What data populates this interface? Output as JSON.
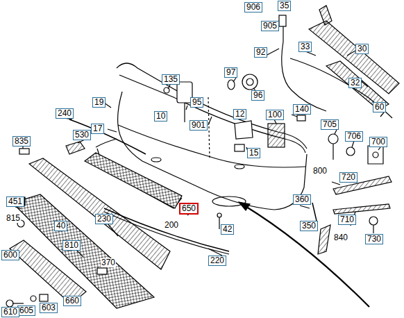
{
  "diagram": {
    "nodes": [
      {
        "text": [
          "906"
        ]
      },
      {
        "text": [
          "35"
        ]
      },
      {
        "text": [
          "905"
        ]
      },
      {
        "text": [
          "33"
        ]
      },
      {
        "text": [
          "30"
        ]
      },
      {
        "text": [
          "92"
        ]
      },
      {
        "text": [
          "97"
        ]
      },
      {
        "text": [
          "135"
        ]
      },
      {
        "text": [
          "32"
        ]
      },
      {
        "text": [
          "96"
        ]
      },
      {
        "text": [
          "95"
        ]
      },
      {
        "text": [
          "19"
        ]
      },
      {
        "text": [
          "60"
        ]
      },
      {
        "text": [
          "240"
        ]
      },
      {
        "text": [
          "10"
        ]
      },
      {
        "text": [
          "12"
        ]
      },
      {
        "text": [
          "100"
        ]
      },
      {
        "text": [
          "140"
        ]
      },
      {
        "text": [
          "17"
        ]
      },
      {
        "text": [
          "901"
        ]
      },
      {
        "text": [
          "530"
        ]
      },
      {
        "text": [
          "705"
        ]
      },
      {
        "text": [
          "835"
        ]
      },
      {
        "text": [
          "706"
        ]
      },
      {
        "text": [
          "700"
        ]
      },
      {
        "text": [
          "15"
        ]
      },
      {
        "text": [
          "720"
        ]
      },
      {
        "text": [
          "451"
        ]
      },
      {
        "text": [
          "360"
        ]
      },
      {
        "text": [
          "650"
        ]
      },
      {
        "text": [
          "230"
        ]
      },
      {
        "text": [
          "710"
        ]
      },
      {
        "text": [
          "40"
        ]
      },
      {
        "text": [
          "42"
        ]
      },
      {
        "text": [
          "350"
        ]
      },
      {
        "text": [
          "730"
        ]
      },
      {
        "text": [
          "810"
        ]
      },
      {
        "text": [
          "220"
        ]
      },
      {
        "text": [
          "600"
        ]
      },
      {
        "text": [
          "603"
        ]
      },
      {
        "text": [
          "660"
        ]
      },
      {
        "text": [
          "605"
        ]
      },
      {
        "text": [
          "610"
        ]
      }
    ],
    "labels": [
      "800",
      "815",
      "200",
      "840",
      "370"
    ]
  }
}
